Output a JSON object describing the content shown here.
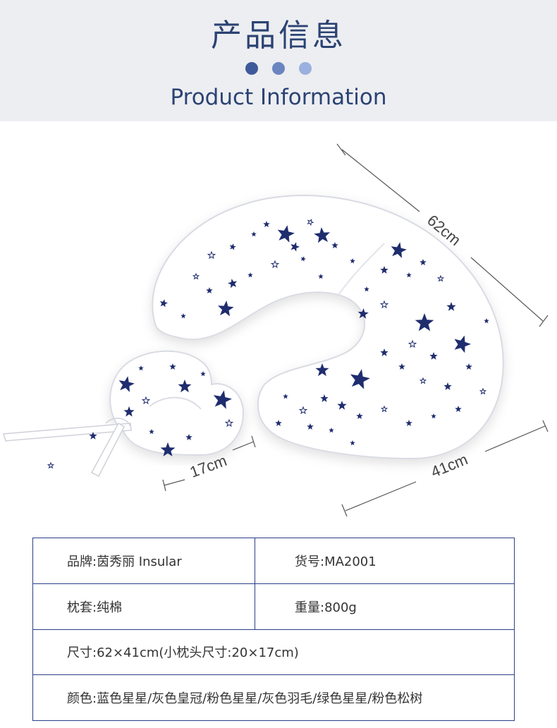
{
  "header": {
    "title_cn": "产品信息",
    "title_en": "Product Information",
    "dot_colors": [
      "#3f5a9a",
      "#6a85c0",
      "#9ab0de"
    ]
  },
  "dimensions": {
    "length": "62cm",
    "width": "41cm",
    "small_pillow": "17cm"
  },
  "colors": {
    "header_bg": "#edeef2",
    "title": "#2b4373",
    "star": "#1f2d6e",
    "table_border": "#2b3f86",
    "dimension_line": "#555555"
  },
  "table": {
    "brand": "品牌:茵秀丽 Insular",
    "item_no": "货号:MA2001",
    "cover": "枕套:纯棉",
    "weight": "重量:800g",
    "size": "尺寸:62×41cm(小枕头尺寸:20×17cm)",
    "color": "颜色:蓝色星星/灰色皇冠/粉色星星/灰色羽毛/绿色星星/粉色松树"
  }
}
